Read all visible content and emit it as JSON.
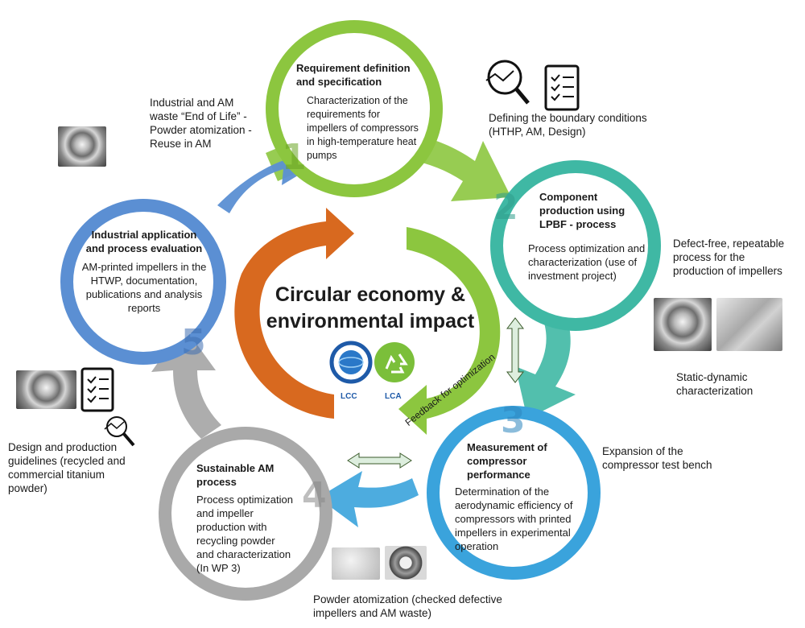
{
  "center": {
    "line1": "Circular economy &",
    "line2": "environmental impact",
    "lcc_label": "LCC",
    "lca_label": "LCA"
  },
  "feedback_label": "Feedback for optimization",
  "steps": [
    {
      "number": "1",
      "title_1": "Requirement definition",
      "title_2": "and specification",
      "desc": [
        "Characterization of the",
        "requirements for",
        "impellers of compressors",
        "in high-temperature heat",
        "pumps"
      ],
      "color": "#8cc63f"
    },
    {
      "number": "2",
      "title_1": "Component",
      "title_2": "production using",
      "title_3": "LPBF - process",
      "desc": [
        "Process optimization and",
        "characterization (use of",
        "investment project)"
      ],
      "color": "#3fb8a4"
    },
    {
      "number": "3",
      "title_1": "Measurement of",
      "title_2": "compressor",
      "title_3": "performance",
      "desc": [
        "Determination of the",
        "aerodynamic efficiency of",
        "compressors with printed",
        "impellers in experimental",
        "operation"
      ],
      "color": "#3aa3dc"
    },
    {
      "number": "4",
      "title_1": "Sustainable AM",
      "title_2": "process",
      "desc": [
        "Process optimization",
        "and impeller",
        "production with",
        "recycling powder",
        "and characterization",
        "(In WP 3)"
      ],
      "color": "#a9a9a9"
    },
    {
      "number": "5",
      "title_1": "Industrial application",
      "title_2": "and process evaluation",
      "desc": [
        "AM-printed impellers in the",
        "HTWP, documentation,",
        "publications and analysis",
        "reports"
      ],
      "color": "#5b8fd3"
    }
  ],
  "notes": {
    "top_left": [
      "Industrial and AM",
      "waste “End of Life” -",
      "Powder atomization -",
      "Reuse in AM"
    ],
    "top_right": [
      "Defining the boundary conditions",
      "(HTHP, AM, Design)"
    ],
    "right_mid": [
      "Defect-free, repeatable",
      "process for the",
      "production of impellers"
    ],
    "right_low": [
      "Static-dynamic",
      "characterization"
    ],
    "right_bottom": [
      "Expansion of the",
      "compressor test bench"
    ],
    "left": [
      "Design and production",
      "guidelines (recycled and",
      "commercial titanium",
      "powder)"
    ],
    "bottom": [
      "Powder atomization (checked defective",
      "impellers and AM waste)"
    ]
  },
  "icons": [
    "search-analytics-icon",
    "checklist-icon",
    "recycle-icon",
    "lcc-globe-icon",
    "impeller-photo",
    "build-plate-photo",
    "powder-photo",
    "ring-sample-photo"
  ]
}
